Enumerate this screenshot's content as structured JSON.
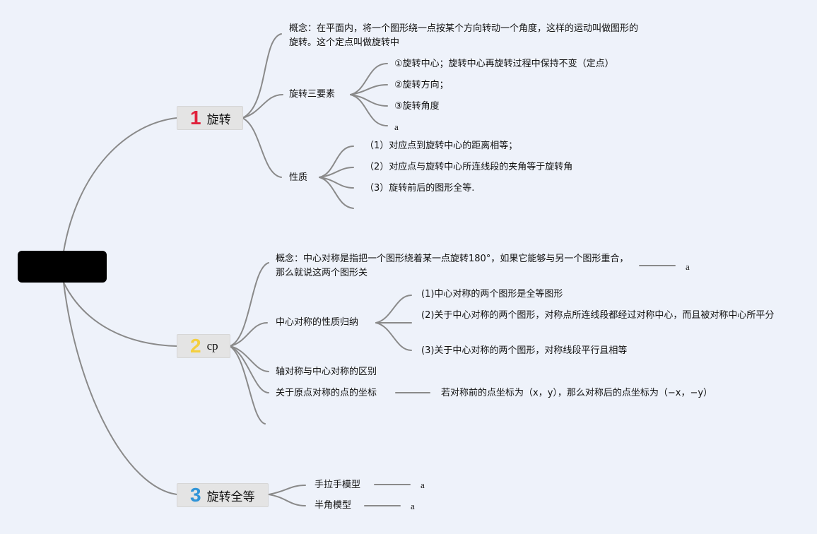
{
  "root": {
    "label": ""
  },
  "colors": {
    "num1": "#e0213b",
    "num2": "#f4cf3e",
    "num3": "#2f94d8",
    "line": "#8a8a8a",
    "background": "#eef2fa"
  },
  "b1": {
    "num": "1",
    "label": "旋转",
    "concept": "概念：在平面内，将一个图形绕一点按某个方向转动一个角度，这样的运动叫做图形的旋转。这个定点叫做旋转中",
    "elements": {
      "label": "旋转三要素",
      "items": [
        "①旋转中心；旋转中心再旋转过程中保持不变（定点）",
        "②旋转方向；",
        "③旋转角度",
        "a"
      ]
    },
    "props": {
      "label": "性质",
      "items": [
        "（1）对应点到旋转中心的距离相等；",
        "（2）对应点与旋转中心所连线段的夹角等于旋转角",
        "（3）旋转前后的图形全等."
      ]
    }
  },
  "b2": {
    "num": "2",
    "label": "cp",
    "concept": "概念：中心对称是指把一个图形绕着某一点旋转180°，如果它能够与另一个图形重合，那么就说这两个图形关",
    "concept_tail": "a",
    "props": {
      "label": "中心对称的性质归纳",
      "items": [
        "(1)中心对称的两个图形是全等图形",
        "(2)关于中心对称的两个图形，对称点所连线段都经过对称中心，而且被对称中心所平分",
        "(3)关于中心对称的两个图形，对称线段平行且相等"
      ]
    },
    "diff": "轴对称与中心对称的区别",
    "origin": {
      "label": "关于原点对称的点的坐标",
      "detail": "若对称前的点坐标为（x，y），那么对称后的点坐标为（−x，−y）"
    }
  },
  "b3": {
    "num": "3",
    "label": "旋转全等",
    "items": [
      {
        "label": "手拉手模型",
        "tail": "a"
      },
      {
        "label": "半角模型",
        "tail": "a"
      }
    ]
  }
}
